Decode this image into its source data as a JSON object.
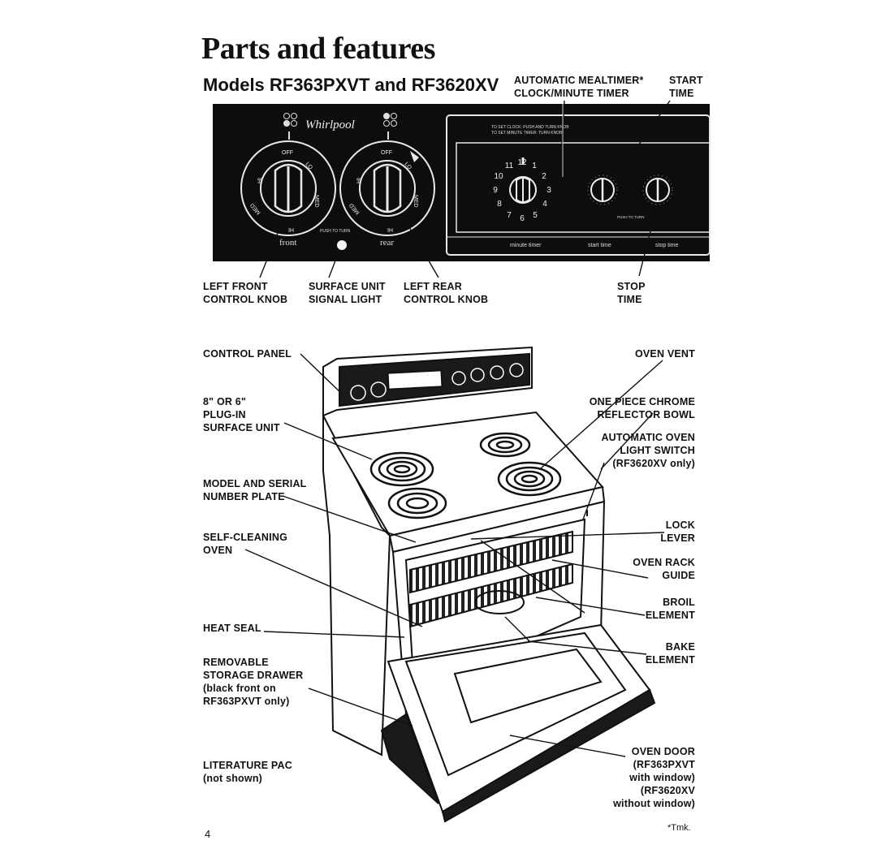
{
  "title": "Parts and features",
  "subtitle": "Models RF363PXVT and RF3620XV",
  "top_panel": {
    "brand": "Whirlpool",
    "knob_left_caption": "front",
    "knob_right_caption": "rear",
    "push_to_turn": "PUSH TO TURN",
    "knob_marks": [
      "OFF",
      "LO",
      "MED",
      "HI",
      "MED",
      "HI"
    ],
    "clock_numbers": [
      "12",
      "1",
      "2",
      "3",
      "4",
      "5",
      "6",
      "7",
      "8",
      "9",
      "10",
      "11"
    ],
    "timer_captions": [
      "minute timer",
      "start time",
      "stop time"
    ],
    "clock_instructions": [
      "TO SET CLOCK: PUSH AND TURN KNOB",
      "TO SET MINUTE TIMER: TURN KNOB"
    ]
  },
  "labels": {
    "mealtimer": "AUTOMATIC MEALTIMER*\nCLOCK/MINUTE TIMER",
    "start_time": "START\nTIME",
    "left_front_knob": "LEFT FRONT\nCONTROL KNOB",
    "signal_light": "SURFACE UNIT\nSIGNAL LIGHT",
    "left_rear_knob": "LEFT REAR\nCONTROL KNOB",
    "stop_time": "STOP\nTIME",
    "control_panel": "CONTROL PANEL",
    "plug_in_unit": "8\" OR 6\"\nPLUG-IN\nSURFACE UNIT",
    "model_plate": "MODEL AND SERIAL\nNUMBER PLATE",
    "self_cleaning_oven": "SELF-CLEANING\nOVEN",
    "heat_seal": "HEAT SEAL",
    "storage_drawer": "REMOVABLE\nSTORAGE DRAWER\n(black front on\nRF363PXVT only)",
    "literature_pac": "LITERATURE PAC\n(not shown)",
    "oven_vent": "OVEN VENT",
    "reflector_bowl": "ONE PIECE CHROME\nREFLECTOR BOWL",
    "light_switch": "AUTOMATIC OVEN\nLIGHT SWITCH\n(RF3620XV only)",
    "lock_lever": "LOCK\nLEVER",
    "rack_guide": "OVEN RACK\nGUIDE",
    "broil_element": "BROIL\nELEMENT",
    "bake_element": "BAKE\nELEMENT",
    "oven_door": "OVEN DOOR\n(RF363PXVT\nwith window)\n(RF3620XV\nwithout window)"
  },
  "footer": {
    "page_number": "4",
    "trademark": "*Tmk."
  }
}
